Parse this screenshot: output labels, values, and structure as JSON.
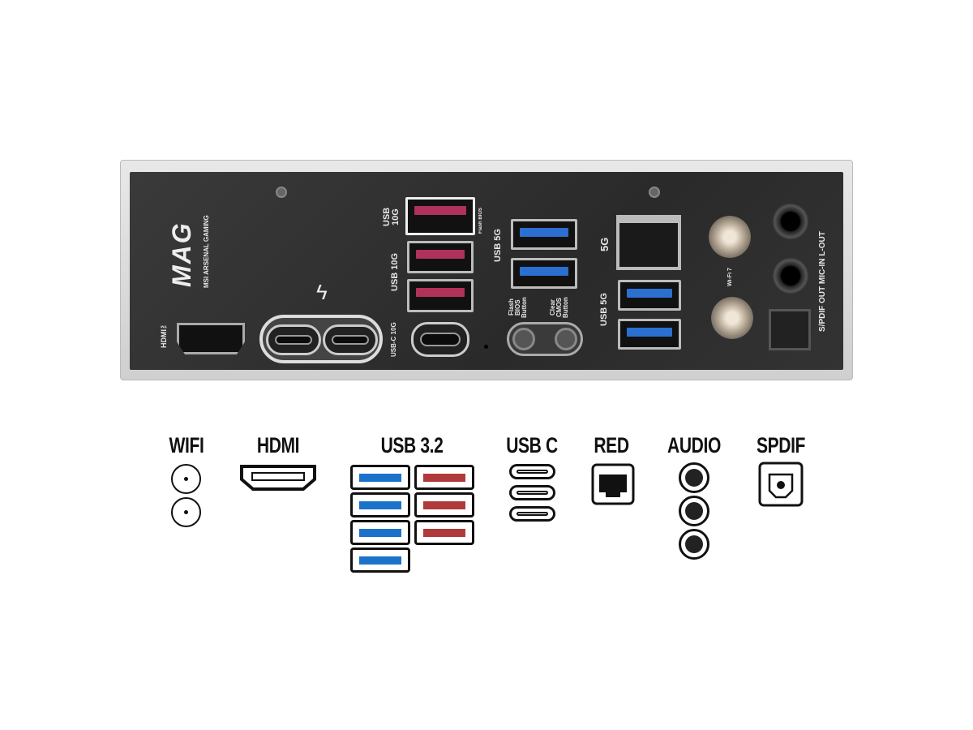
{
  "panel": {
    "brand": "MAG",
    "brand_sub": "MSI ARSENAL GAMING",
    "hdmi_label": "HDMI™",
    "usbc_label": "USB-C 10G",
    "usb10g_top": "USB 10G",
    "flash_bios_small": "Flash BIOS",
    "usb10g": "USB 10G",
    "usb5g_left": "USB 5G",
    "flash_bios_button": "Flash BIOS Button",
    "clear_cmos_button": "Clear CMOS Button",
    "lan_label": "5G",
    "usb5g_right": "USB 5G",
    "wifi_label": "Wi-Fi 7",
    "audio_label": "S/PDIF OUT  MIC-IN  L-OUT"
  },
  "legend": {
    "wifi": "WIFI",
    "hdmi": "HDMI",
    "usb32": "USB 3.2",
    "usbc": "USB C",
    "red": "RED",
    "audio": "AUDIO",
    "spdif": "SPDIF"
  },
  "colors": {
    "usb_blue": "#1a73c9",
    "usb_red": "#b03a3a"
  }
}
